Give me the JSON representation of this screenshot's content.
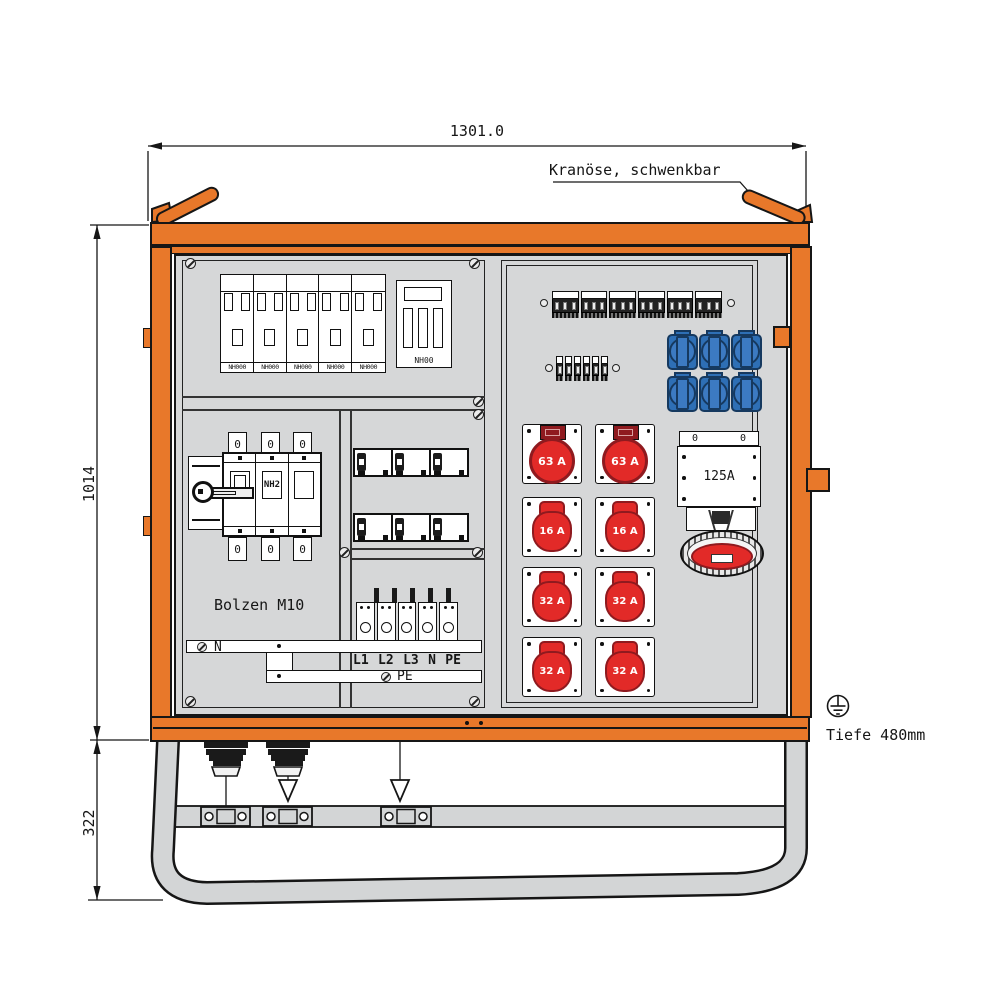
{
  "colors": {
    "orange": "#E8782A",
    "panel_gray": "#D6D7D8",
    "stand_gray": "#D3D5D6",
    "red": "#E22A28",
    "red_dark": "#8F1A1F",
    "blue": "#2E6FB5",
    "blue_mid": "#3C7AC2",
    "blue_dark": "#16395F",
    "line": "#161616"
  },
  "dimensions": {
    "width": "1301.0",
    "height": "1014",
    "stand_height": "322",
    "depth": "Tiefe 480mm"
  },
  "labels": {
    "crane": "Kranöse, schwenkbar",
    "bolts": "Bolzen M10"
  },
  "left_panel": {
    "nh000_units": [
      "NH000",
      "NH000",
      "NH000",
      "NH000",
      "NH000"
    ],
    "nh00": "NH00",
    "main_switch": {
      "label": "NH2",
      "top_terminals": [
        "0",
        "0",
        "0"
      ],
      "bottom_terminals": [
        "0",
        "0",
        "0"
      ]
    },
    "terminal_labels": [
      "L1",
      "L2",
      "L3",
      "N",
      "PE"
    ],
    "busbar_n": "N",
    "busbar_pe": "PE"
  },
  "right_panel": {
    "cee_sockets": [
      {
        "label": "63 A"
      },
      {
        "label": "63 A"
      },
      {
        "label": "16 A"
      },
      {
        "label": "16 A"
      },
      {
        "label": "32 A"
      },
      {
        "label": "32 A"
      },
      {
        "label": "32 A"
      },
      {
        "label": "32 A"
      }
    ],
    "main_socket": {
      "label": "125A",
      "terminals": [
        "0",
        "0"
      ]
    }
  }
}
